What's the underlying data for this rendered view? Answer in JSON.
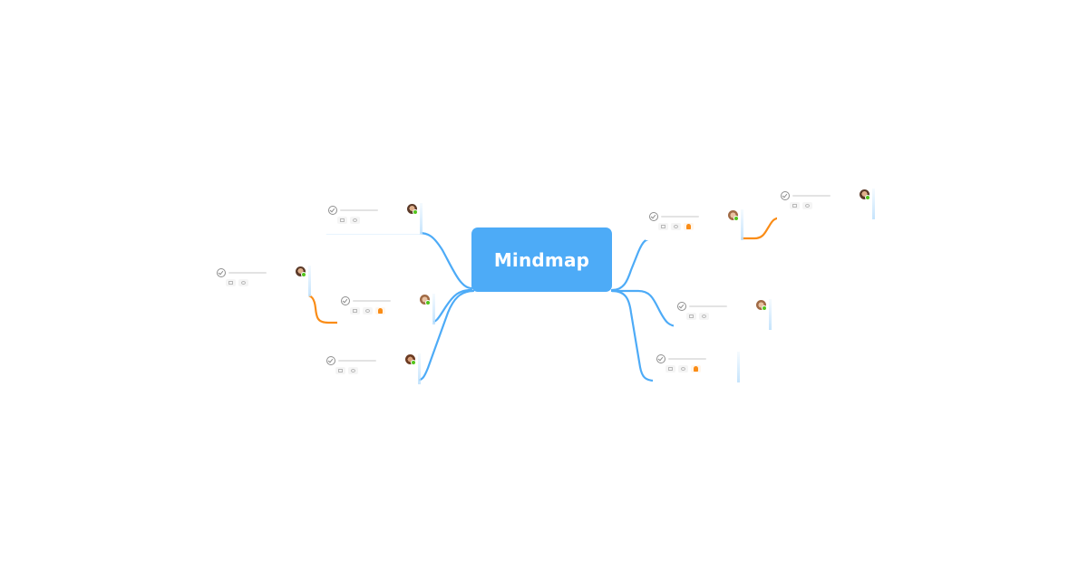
{
  "root": {
    "label": "Mindmap",
    "color": "#4dabf7"
  },
  "colors": {
    "branch": "#4dabf7",
    "highlight": "#fa8c16",
    "online": "#52c41a"
  },
  "nodes": [
    {
      "id": "left-top",
      "side": "left",
      "icons": [
        "calendar-icon",
        "eye-icon"
      ],
      "avatar": "male",
      "link_color": "branch"
    },
    {
      "id": "left-middle",
      "side": "left",
      "icons": [
        "calendar-icon",
        "eye-icon",
        "bell-icon"
      ],
      "avatar": "female",
      "link_color": "branch"
    },
    {
      "id": "left-far",
      "side": "left",
      "icons": [
        "calendar-icon",
        "eye-icon"
      ],
      "avatar": "male",
      "link_color": "highlight",
      "parent": "left-middle"
    },
    {
      "id": "left-bottom",
      "side": "left",
      "icons": [
        "calendar-icon",
        "eye-icon"
      ],
      "avatar": "female",
      "link_color": "branch"
    },
    {
      "id": "right-top",
      "side": "right",
      "icons": [
        "calendar-icon",
        "eye-icon",
        "bell-icon"
      ],
      "avatar": "female",
      "link_color": "branch"
    },
    {
      "id": "right-far",
      "side": "right",
      "icons": [
        "calendar-icon",
        "eye-icon"
      ],
      "avatar": "male",
      "link_color": "highlight",
      "parent": "right-top"
    },
    {
      "id": "right-middle",
      "side": "right",
      "icons": [
        "calendar-icon",
        "eye-icon"
      ],
      "avatar": "female",
      "link_color": "branch"
    },
    {
      "id": "right-bottom",
      "side": "right",
      "icons": [
        "calendar-icon",
        "eye-icon",
        "bell-icon"
      ],
      "avatar": "none",
      "link_color": "branch"
    }
  ]
}
